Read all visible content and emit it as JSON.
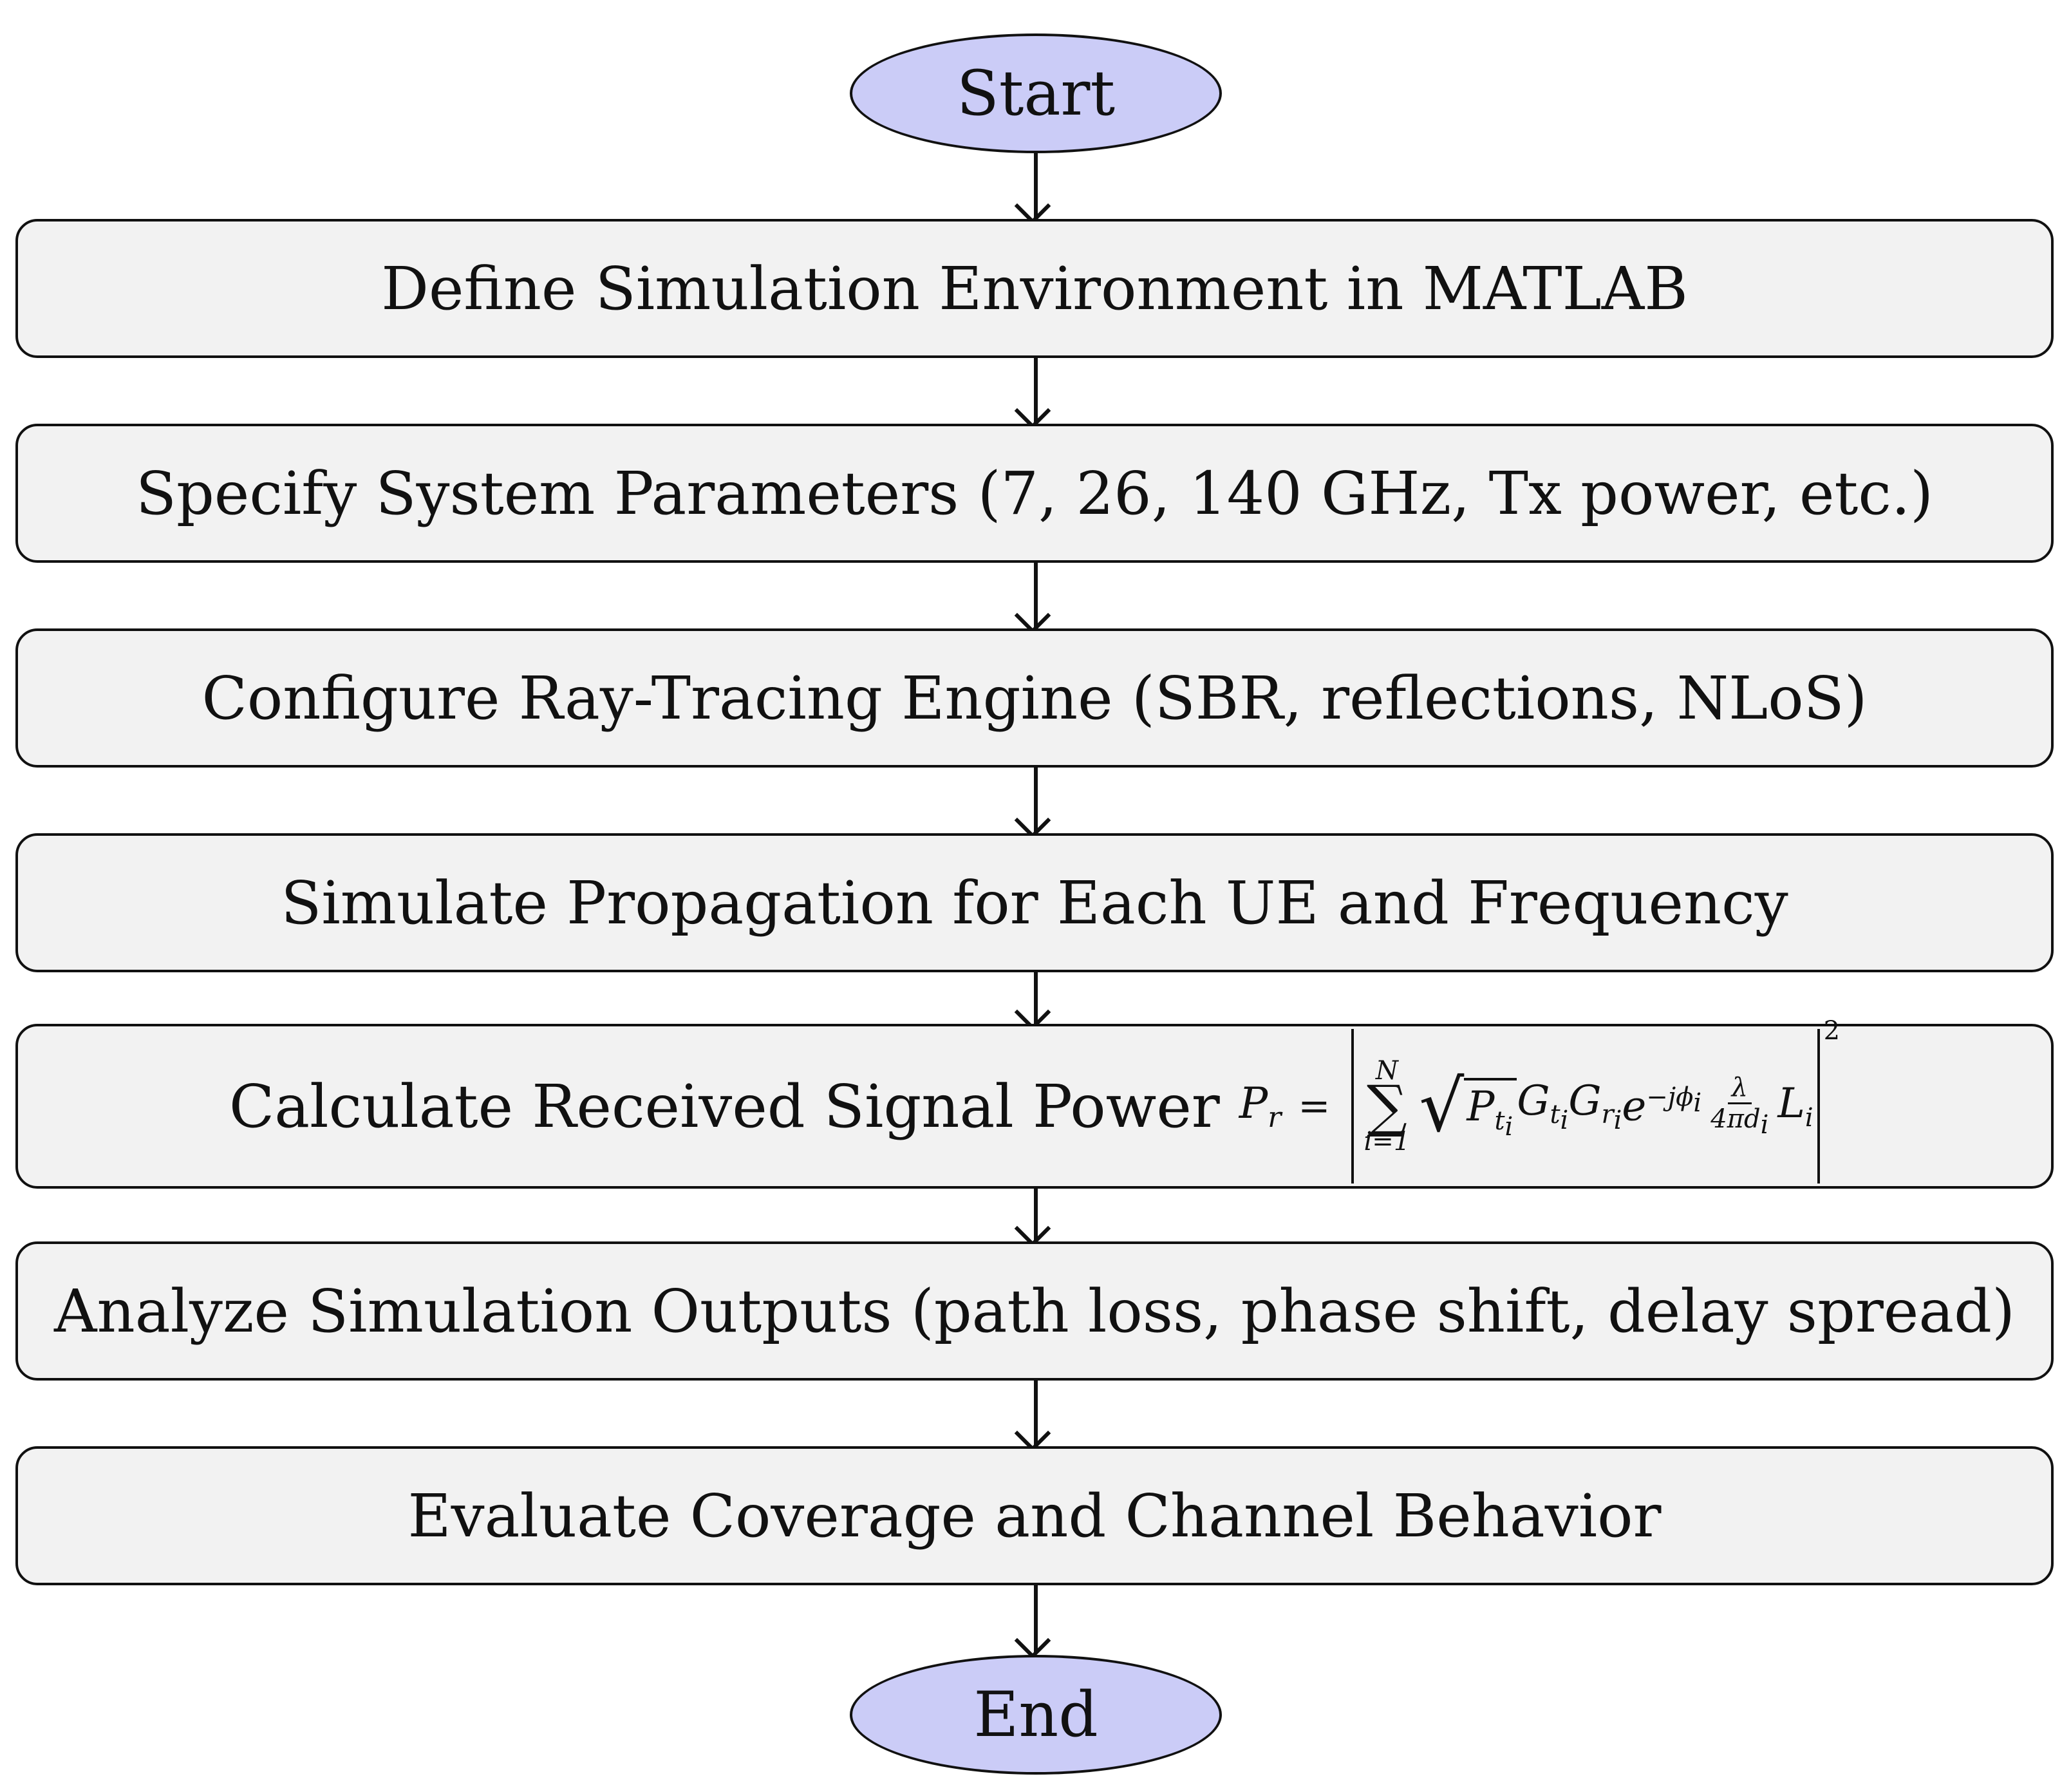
{
  "flowchart": {
    "start": "Start",
    "end": "End",
    "steps": [
      "Define Simulation Environment in MATLAB",
      "Specify System Parameters (7, 26, 140 GHz, Tx power, etc.)",
      "Configure Ray-Tracing Engine (SBR, reflections, NLoS)",
      "Simulate Propagation for Each UE and Frequency",
      "Calculate Received Signal Power",
      "Analyze Simulation Outputs (path loss, phase shift, delay spread)",
      "Evaluate Coverage and Channel Behavior"
    ],
    "formula": {
      "lhs": "P",
      "lhs_sub": "r",
      "eq": "=",
      "sum_upper": "N",
      "sum_lower": "i=1",
      "sum_symbol": "∑",
      "radicand": "P",
      "radicand_sub": "t",
      "radicand_subsub": "i",
      "gt": "G",
      "gt_sub": "t",
      "gt_subsub": "i",
      "gr": "G",
      "gr_sub": "r",
      "gr_subsub": "i",
      "exp_base": "e",
      "exp_power": "−jϕ",
      "exp_power_sub": "i",
      "frac_num": "λ",
      "frac_den": "4πd",
      "frac_den_sub": "i",
      "loss": "L",
      "loss_sub": "i",
      "square": "2"
    }
  },
  "colors": {
    "terminal_fill": "#cbccf7",
    "process_fill": "#f2f2f2",
    "stroke": "#111111"
  }
}
